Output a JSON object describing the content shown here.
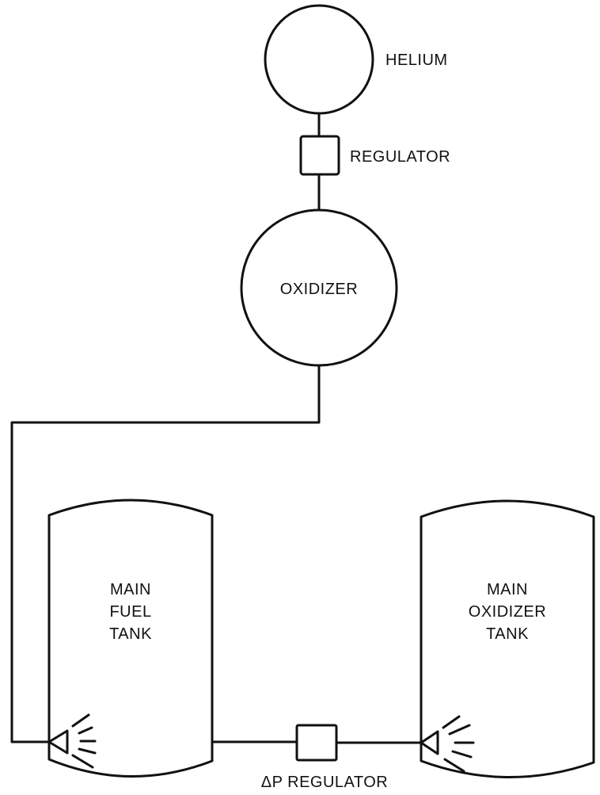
{
  "diagram": {
    "components": {
      "helium": {
        "label": "HELIUM"
      },
      "regulator": {
        "label": "REGULATOR"
      },
      "oxidizer": {
        "label": "OXIDIZER"
      },
      "main_fuel_tank": {
        "lines": [
          "MAIN",
          "FUEL",
          "TANK"
        ]
      },
      "main_oxidizer_tank": {
        "lines": [
          "MAIN",
          "OXIDIZER",
          "TANK"
        ]
      },
      "dp_regulator": {
        "label": "ΔP REGULATOR"
      }
    },
    "colors": {
      "ink": "#111111",
      "background": "#ffffff"
    }
  }
}
